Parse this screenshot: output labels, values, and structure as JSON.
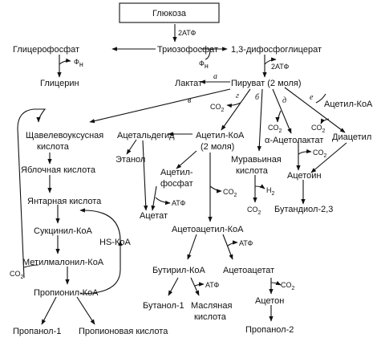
{
  "nodes": {
    "glucose": "Глюкоза",
    "glycerophosphate": "Глицерофосфат",
    "triosephosphate": "Триозофосфат",
    "diphosphoglycerate": "1,3-дифосфоглицерат",
    "glycerol": "Глицерин",
    "lactate": "Лактат",
    "pyruvate": "Пируват (2 моля)",
    "oxaloacetic_1": "Щавелевоуксусная",
    "oxaloacetic_2": "кислота",
    "acetaldehyde": "Ацетальдегид",
    "acetylcoa_1": "Ацетил-КоА",
    "acetylcoa_2": "(2 моля)",
    "acetylcoa_side": "Ацетил-КоА",
    "acetolactate": "α-Ацетолактат",
    "diacetyl": "Диацетил",
    "malic": "Яблочная кислота",
    "ethanol": "Этанол",
    "acetylphosphate_1": "Ацетил-",
    "acetylphosphate_2": "фосфат",
    "formic_1": "Муравьиная",
    "formic_2": "кислота",
    "acetoin": "Ацетоин",
    "succinic": "Янтарная кислота",
    "acetate": "Ацетат",
    "butanediol": "Бутандиол-2,3",
    "succinylcoa": "Сукцинил-КоА",
    "hscoa": "HS-КоА",
    "acetoacetylcoa": "Ацетоацетил-КоА",
    "methylmalonylcoa": "Метилмалонил-КоА",
    "butyrylcoa": "Бутирил-КоА",
    "acetoacetate": "Ацетоацетат",
    "propionylcoa": "Пропионил-КоА",
    "acetone": "Ацетон",
    "butanol_1": "Бутанол-1",
    "butyric_1": "Масляная",
    "butyric_2": "кислота",
    "propanol1": "Пропанол-1",
    "propionic": "Пропионовая кислота",
    "propanol2": "Пропанол-2"
  },
  "cofactors": {
    "atp2_a": "2АТФ",
    "atp2_b": "2АТФ",
    "atp": "АТФ",
    "fn": "Ф",
    "fn_sub": "н",
    "co2": "CO",
    "co2_sub": "2",
    "h2": "H",
    "h2_sub": "2"
  },
  "path_labels": {
    "a": "а",
    "b": "б",
    "v": "в",
    "g": "г",
    "d": "д",
    "e": "е"
  }
}
